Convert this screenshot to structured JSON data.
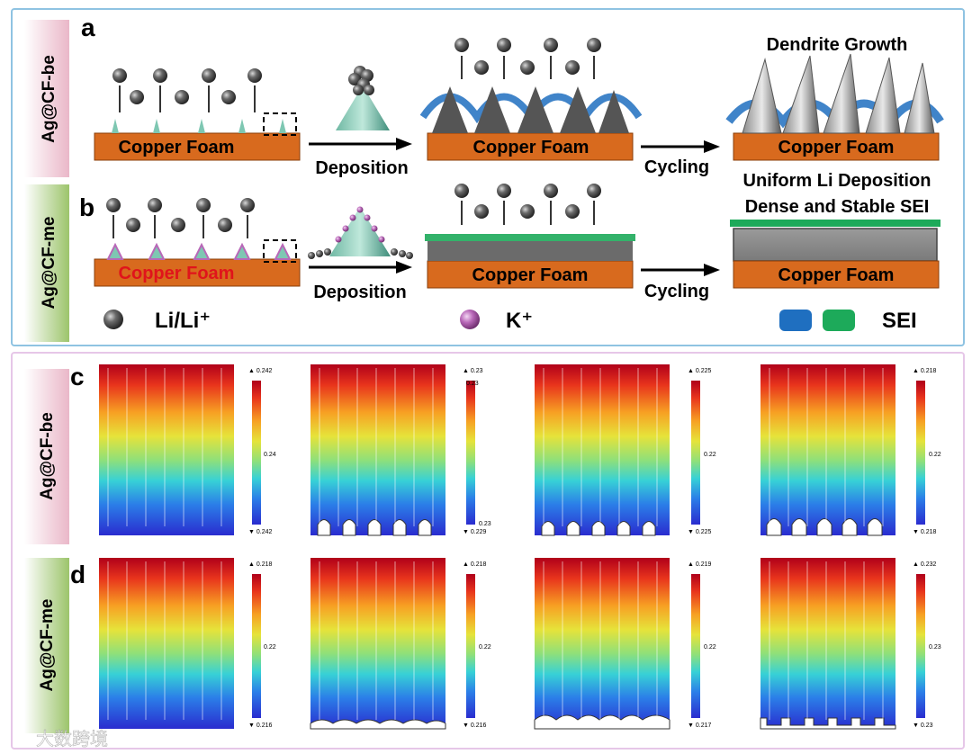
{
  "panel_top": {
    "label_a": "a",
    "label_b": "b",
    "side_label_be": "Ag@CF-be",
    "side_label_me": "Ag@CF-me",
    "row_a": {
      "foam_1": "Copper Foam",
      "arrow_1": "Deposition",
      "foam_2": "Copper Foam",
      "arrow_2": "Cycling",
      "result_title": "Dendrite Growth",
      "foam_3": "Copper Foam"
    },
    "row_b": {
      "foam_1": "Copper Foam",
      "arrow_1": "Deposition",
      "foam_2": "Copper Foam",
      "arrow_2": "Cycling",
      "result_title_1": "Uniform Li Deposition",
      "result_title_2": "Dense and Stable SEI",
      "foam_3": "Copper Foam"
    },
    "legend": {
      "li_label": "Li/Li⁺",
      "k_label": "K⁺",
      "sei_label": "SEI"
    },
    "colors": {
      "foam": "#d86a1e",
      "foam_text_a": "#000000",
      "foam_text_b_first": "#e0141b",
      "sei_blue": "#1f6fc0",
      "sei_green": "#1daa5a",
      "frame": "#8fc3e2",
      "be_tag": "#f2c9d4",
      "me_tag": "#a9c97a"
    }
  },
  "panel_bottom": {
    "label_c": "c",
    "label_d": "d",
    "side_label_be": "Ag@CF-be",
    "side_label_me": "Ag@CF-me",
    "frame_color": "#e6c7e8",
    "row_c": [
      {
        "max": "▲ 0.242",
        "mid": "0.24",
        "min": "▼ 0.242"
      },
      {
        "max": "▲ 0.23",
        "top": "0.23",
        "mid": "",
        "low": "0.23",
        "min": "▼ 0.229"
      },
      {
        "max": "▲ 0.225",
        "mid": "0.22",
        "min": "▼ 0.225"
      },
      {
        "max": "▲ 0.218",
        "mid": "0.22",
        "min": "▼ 0.218"
      }
    ],
    "row_d": [
      {
        "max": "▲ 0.218",
        "mid": "0.22",
        "min": "▼ 0.216"
      },
      {
        "max": "▲ 0.218",
        "mid": "0.22",
        "min": "▼ 0.216"
      },
      {
        "max": "▲ 0.219",
        "mid": "0.22",
        "min": "▼ 0.217"
      },
      {
        "max": "▲ 0.232",
        "mid": "0.23",
        "min": "▼ 0.23"
      }
    ]
  },
  "watermark": "大数跨境"
}
